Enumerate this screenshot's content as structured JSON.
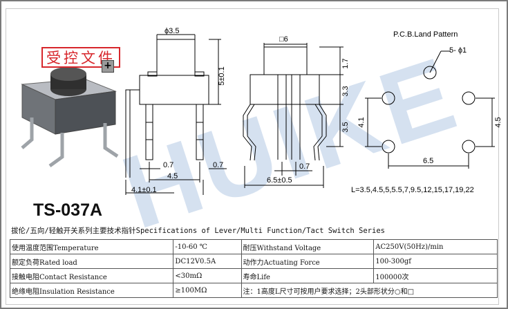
{
  "stamp": {
    "text": "受控文件",
    "plus": "+"
  },
  "model": "TS-037A",
  "watermark": "HUIKE",
  "drawing": {
    "dim_phi35": "ϕ3.5",
    "dim_square6": "□6",
    "dim_5pm01": "5±0.1",
    "dim_17": "1.7",
    "dim_33": "3.3",
    "dim_35": "3.5",
    "dim_07a": "0.7",
    "dim_07b": "0.7",
    "dim_07c": "0.7",
    "dim_45a": "4.5",
    "dim_41pm01": "4.1±0.1",
    "dim_65pm05": "6.5±0.5",
    "pcb_title": "P.C.B.Land Pattern",
    "pcb_holes": "5- ϕ1",
    "pcb_41": "4.1",
    "pcb_45": "4.5",
    "pcb_65": "6.5",
    "lengths": "L=3.5,4.5,5,5.5,7,9.5,12,15,17,19,22"
  },
  "series_title": "拔伦/五向/轻触开关系列主要技术指针Specifications of Lever/Multi Function/Tact Switch Series",
  "table": {
    "rows": [
      [
        "使用温度范围Temperature",
        "-10-60 ℃",
        "耐压Withstand Voltage",
        "AC250V(50Hz)/min"
      ],
      [
        "额定负荷Rated load",
        "DC12V0.5A",
        "动作力Actuating Force",
        "100-300gf"
      ],
      [
        "接触电阻Contact Resistance",
        "<30mΩ",
        "寿命Life",
        "100000次"
      ],
      [
        "绝缘电阻Insulation Resistance",
        "≥100MΩ",
        "注：1高度L尺寸可按用户要求选择；2头部形状分○和□",
        ""
      ]
    ]
  }
}
